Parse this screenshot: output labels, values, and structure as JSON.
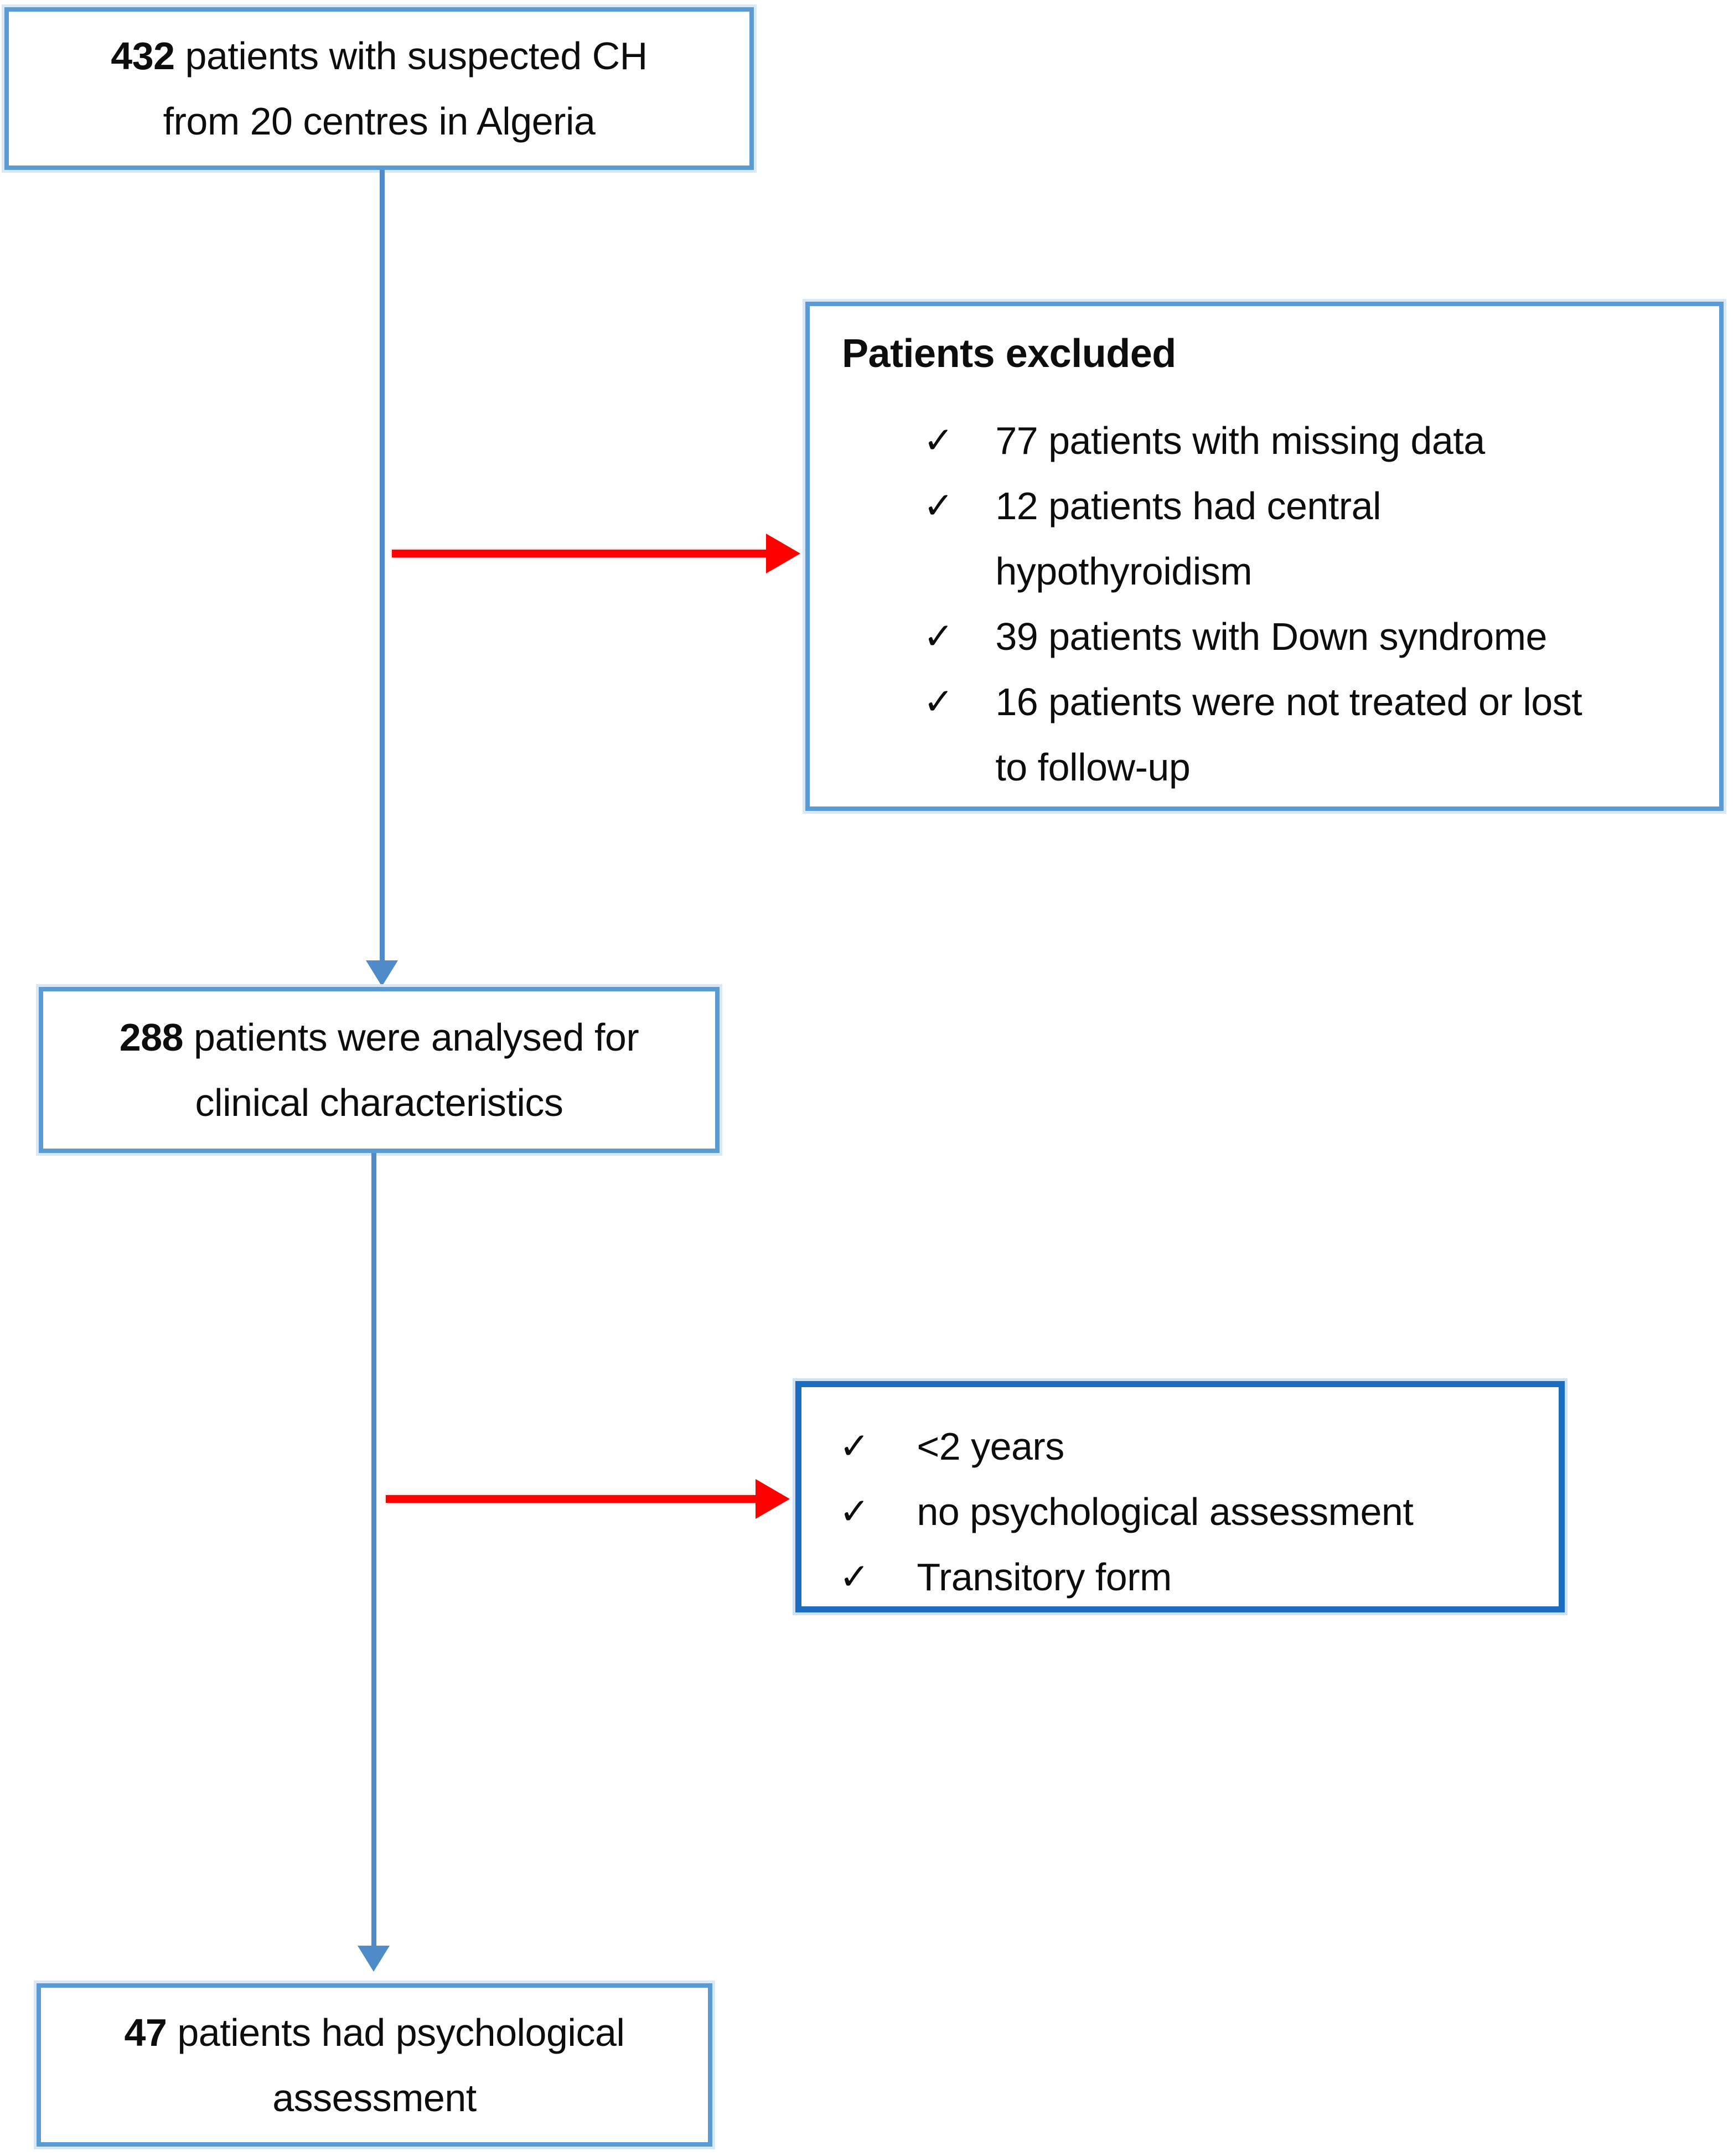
{
  "colors": {
    "background": "#ffffff",
    "box_border_blue": "#5B9BD5",
    "box_border_dark_blue": "#1C6DC1",
    "box_halo_blue": "#D9E8F6",
    "arrow_blue": "#4F8BC9",
    "arrow_red": "#FF0000",
    "text": "#0d0d0d"
  },
  "icons": {
    "check": "✓"
  },
  "flow": {
    "box_initial": {
      "number": "432",
      "text": " patients with suspected CH\nfrom 20 centres in Algeria"
    },
    "box_excluded_primary": {
      "title": "Patients excluded",
      "items": [
        "77 patients with missing data",
        "12 patients had central\nhypothyroidism",
        "39 patients with Down syndrome",
        "16 patients were not treated or lost\nto follow-up"
      ]
    },
    "box_analysed": {
      "number": "288",
      "text": " patients were analysed for\nclinical characteristics"
    },
    "box_excluded_secondary": {
      "items": [
        "<2 years",
        "no psychological assessment",
        "Transitory form"
      ]
    },
    "box_assessed": {
      "number": "47",
      "text": " patients had psychological\nassessment"
    }
  }
}
